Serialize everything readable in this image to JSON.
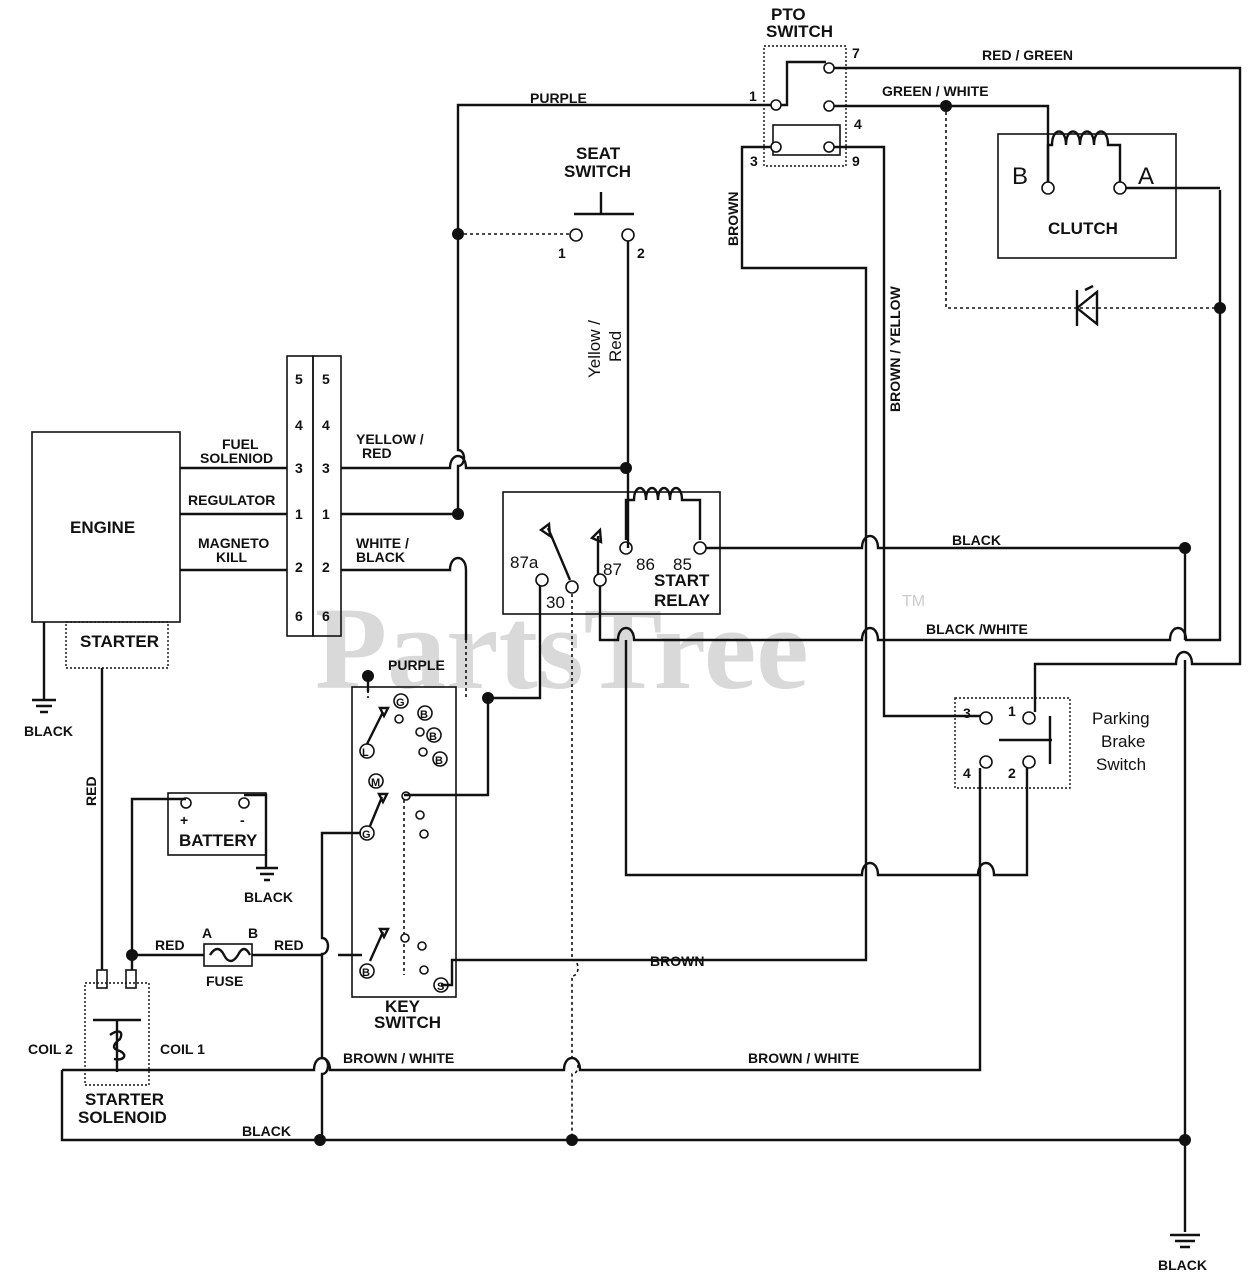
{
  "watermark": {
    "text": "PartsTree",
    "tm": "TM"
  },
  "components": {
    "pto_switch": "PTO\nSWITCH",
    "seat_switch": "SEAT\nSWITCH",
    "clutch": "CLUTCH",
    "clutch_b": "B",
    "clutch_a": "A",
    "engine": "ENGINE",
    "starter": "STARTER",
    "start_relay": "START\nRELAY",
    "battery": "BATTERY",
    "fuse": "FUSE",
    "key_switch": "KEY\nSWITCH",
    "starter_solenoid": "STARTER\nSOLENOID",
    "parking_brake": "Parking\nBrake\nSwitch",
    "coil1": "COIL 1",
    "coil2": "COIL 2"
  },
  "engine_leads": {
    "fuel_solenoid": "FUEL\nSOLENIOD",
    "regulator": "REGULATOR",
    "magneto_kill": "MAGNETO\nKILL"
  },
  "wires": {
    "purple": "PURPLE",
    "red_green": "RED / GREEN",
    "green_white": "GREEN / WHITE",
    "brown": "BROWN",
    "brown_yellow": "BROWN / YELLOW",
    "yellow_red_v": "Yellow /\nRed",
    "yellow_red": "YELLOW /\nRED",
    "white_black": "WHITE /\nBLACK",
    "black": "BLACK",
    "black_white": "BLACK /WHITE",
    "red": "RED",
    "brown_white": "BROWN / WHITE"
  },
  "pins": {
    "pto": [
      "7",
      "1",
      "4",
      "3",
      "9"
    ],
    "seat": [
      "1",
      "2"
    ],
    "connector_left": [
      "5",
      "4",
      "3",
      "1",
      "2",
      "6"
    ],
    "connector_right": [
      "5",
      "4",
      "3",
      "1",
      "2",
      "6"
    ],
    "relay": [
      "87a",
      "30",
      "87",
      "86",
      "85"
    ],
    "parking": [
      "3",
      "1",
      "4",
      "2"
    ],
    "fuse": [
      "A",
      "B"
    ],
    "battery": [
      "+",
      "-"
    ],
    "key_left": [
      "G",
      "L",
      "M",
      "G",
      "B"
    ],
    "key_right": [
      "B",
      "B",
      "B",
      "S"
    ]
  }
}
